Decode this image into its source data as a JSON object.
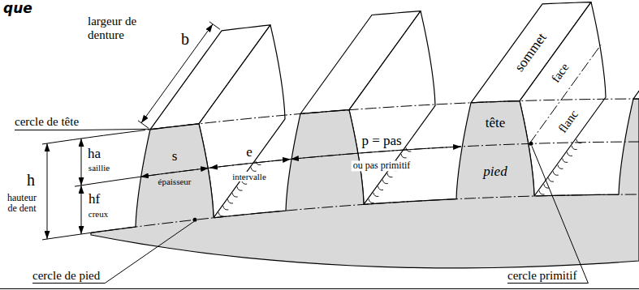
{
  "diagram": {
    "labels": [
      "que",
      "largeur de denture",
      "b",
      "cercle de tête",
      "ha",
      "saillie",
      "h",
      "hauteur de dent",
      "hf",
      "creux",
      "s",
      "épaisseur",
      "e",
      "intervalle",
      "p = pas",
      "ou pas primitif",
      "tête",
      "pied",
      "sommet",
      "face",
      "flanc",
      "cercle de pied",
      "cercle primitif"
    ]
  }
}
